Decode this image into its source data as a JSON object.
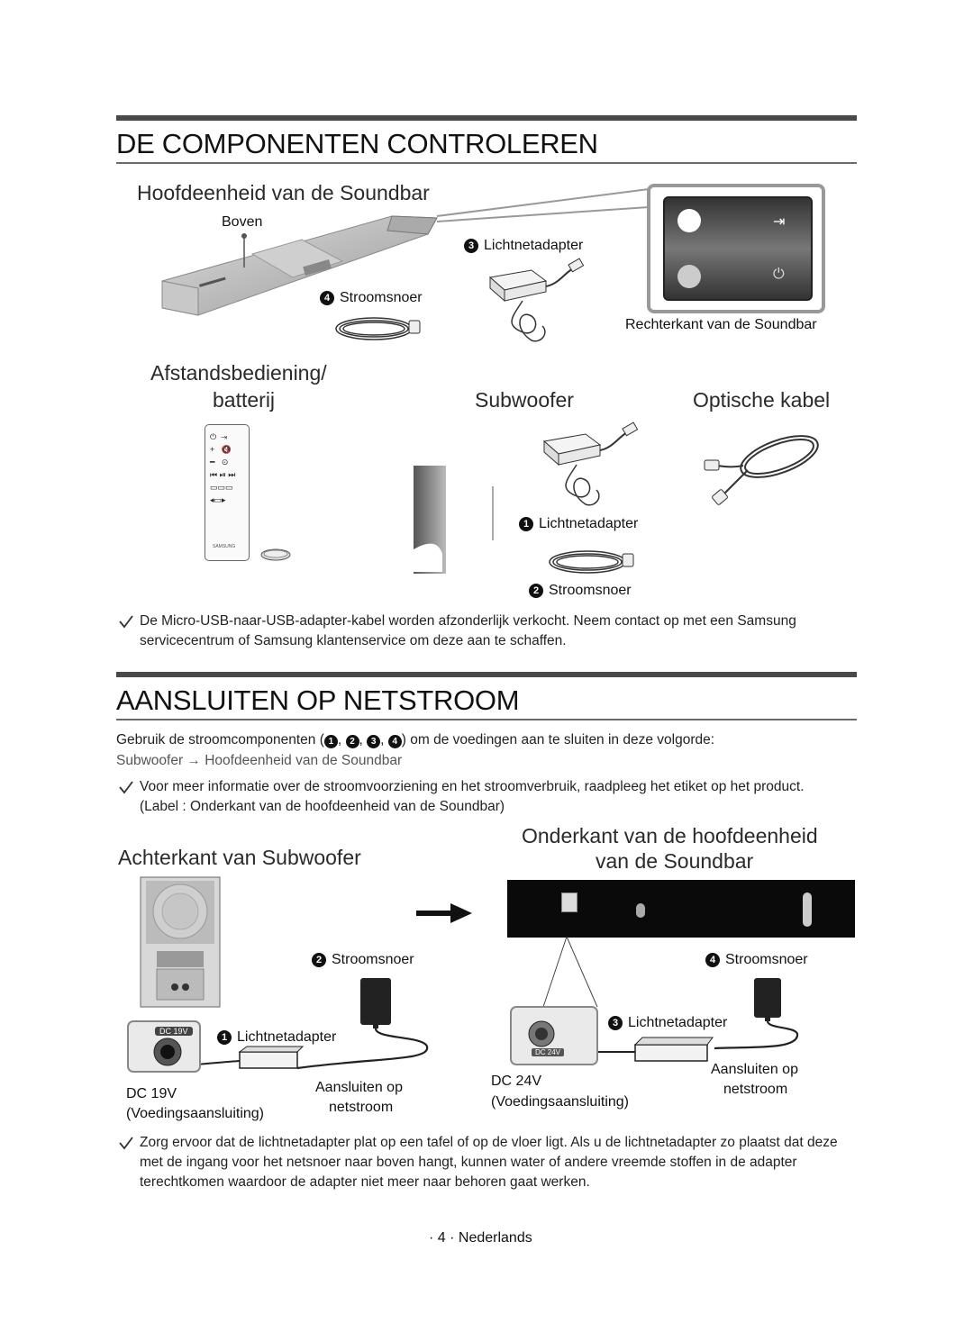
{
  "section1": {
    "title": "DE COMPONENTEN CONTROLEREN",
    "main_unit_heading": "Hoofdeenheid van de Soundbar",
    "boven_label": "Boven",
    "adapter3_label": "Lichtnetadapter",
    "adapter3_num": "3",
    "cord4_label": "Stroomsnoer",
    "cord4_num": "4",
    "right_side_label": "Rechterkant van de Soundbar",
    "remote_heading_line1": "Afstandsbediening/",
    "remote_heading_line2": "batterij",
    "subwoofer_heading": "Subwoofer",
    "optical_heading": "Optische kabel",
    "adapter1_label": "Lichtnetadapter",
    "adapter1_num": "1",
    "cord2_label": "Stroomsnoer",
    "cord2_num": "2",
    "note": "De Micro-USB-naar-USB-adapter-kabel worden afzonderlijk verkocht. Neem contact op met een Samsung servicecentrum of Samsung klantenservice om deze aan te schaffen.",
    "remote_brand": "SAMSUNG"
  },
  "section2": {
    "title": "AANSLUITEN OP NETSTROOM",
    "intro_before": "Gebruik de stroomcomponenten (",
    "intro_nums": [
      "1",
      "2",
      "3",
      "4"
    ],
    "intro_after": ") om de voedingen aan te sluiten in deze volgorde:",
    "order_from": "Subwoofer",
    "order_arrow": "→",
    "order_to": "Hoofdeenheid van de Soundbar",
    "note_line1": "Voor meer informatie over de stroomvoorziening en het stroomverbruik, raadpleeg het etiket op het product.",
    "note_line2": "(Label : Onderkant van de hoofdeenheid van de Soundbar)",
    "sub_back_heading": "Achterkant van Subwoofer",
    "bottom_heading_line1": "Onderkant van de hoofdeenheid",
    "bottom_heading_line2": "van de Soundbar",
    "left_cord_label": "Stroomsnoer",
    "left_cord_num": "2",
    "left_adapter_label": "Lichtnetadapter",
    "left_adapter_num": "1",
    "left_connect_line1": "Aansluiten op",
    "left_connect_line2": "netstroom",
    "left_dc_line1": "DC 19V",
    "left_dc_line2": "(Voedingsaansluiting)",
    "left_dc_badge": "DC 19V",
    "right_cord_label": "Stroomsnoer",
    "right_cord_num": "4",
    "right_adapter_label": "Lichtnetadapter",
    "right_adapter_num": "3",
    "right_connect_line1": "Aansluiten op",
    "right_connect_line2": "netstroom",
    "right_dc_line1": "DC 24V",
    "right_dc_line2": "(Voedingsaansluiting)",
    "right_dc_badge": "DC 24V",
    "final_note": "Zorg ervoor dat de lichtnetadapter plat op een tafel of op de vloer ligt. Als u de lichtnetadapter zo plaatst dat deze met de ingang voor het netsnoer naar boven hangt, kunnen water of andere vreemde stoffen in de adapter terechtkomen waardoor de adapter niet meer naar behoren gaat werken."
  },
  "footer": {
    "page": "· 4 · Nederlands"
  }
}
